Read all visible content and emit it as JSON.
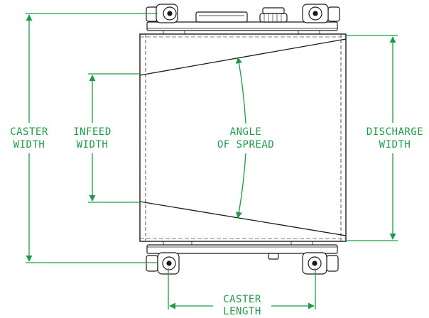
{
  "colors": {
    "dimension": "#1f9a48",
    "outline": "#1a1a1a",
    "fill": "#ffffff",
    "dashed": "#555555"
  },
  "labels": {
    "caster_width": [
      "CASTER",
      "WIDTH"
    ],
    "infeed_width": [
      "INFEED",
      "WIDTH"
    ],
    "angle_of_spread": [
      "ANGLE",
      "OF SPREAD"
    ],
    "discharge_width": [
      "DISCHARGE",
      "WIDTH"
    ],
    "caster_length": [
      "CASTER",
      "LENGTH"
    ]
  }
}
